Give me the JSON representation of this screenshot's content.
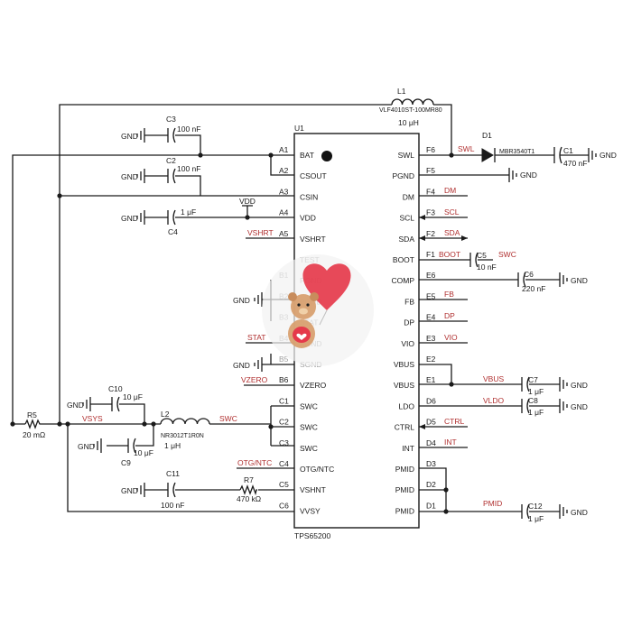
{
  "ic": {
    "ref": "U1",
    "part": "TPS65200",
    "left_pins": [
      {
        "num": "A1",
        "name": "BAT"
      },
      {
        "num": "A2",
        "name": "CSOUT"
      },
      {
        "num": "A3",
        "name": "CSIN"
      },
      {
        "num": "A4",
        "name": "VDD"
      },
      {
        "num": "A5",
        "name": "VSHRT"
      },
      {
        "num": "",
        "name": "TEST"
      },
      {
        "num": "B1",
        "name": "PGND"
      },
      {
        "num": "B2",
        "name": "PGND"
      },
      {
        "num": "B3",
        "name": "STAT"
      },
      {
        "num": "B4",
        "name": "AGND"
      },
      {
        "num": "B5",
        "name": "SGND"
      },
      {
        "num": "B6",
        "name": "VZERO"
      },
      {
        "num": "C1",
        "name": "SWC"
      },
      {
        "num": "C2",
        "name": "SWC"
      },
      {
        "num": "C3",
        "name": "SWC"
      },
      {
        "num": "C4",
        "name": "OTG/NTC"
      },
      {
        "num": "C5",
        "name": "VSHNT"
      },
      {
        "num": "C6",
        "name": "VVSY"
      }
    ],
    "right_pins": [
      {
        "num": "F6",
        "name": "SWL"
      },
      {
        "num": "F5",
        "name": "PGND"
      },
      {
        "num": "F4",
        "name": "DM"
      },
      {
        "num": "F3",
        "name": "SCL"
      },
      {
        "num": "F2",
        "name": "SDA"
      },
      {
        "num": "F1",
        "name": "BOOT"
      },
      {
        "num": "E6",
        "name": "COMP"
      },
      {
        "num": "E5",
        "name": "FB"
      },
      {
        "num": "E4",
        "name": "DP"
      },
      {
        "num": "E3",
        "name": "VIO"
      },
      {
        "num": "E2",
        "name": "VBUS"
      },
      {
        "num": "E1",
        "name": "VBUS"
      },
      {
        "num": "D6",
        "name": "LDO"
      },
      {
        "num": "D5",
        "name": "CTRL"
      },
      {
        "num": "D4",
        "name": "INT"
      },
      {
        "num": "D3",
        "name": "PMID"
      },
      {
        "num": "D2",
        "name": "PMID"
      },
      {
        "num": "D1",
        "name": "PMID"
      }
    ]
  },
  "components": {
    "L1": {
      "ref": "L1",
      "part": "VLF4010ST-100MR80",
      "value": "10 μH"
    },
    "D1": {
      "ref": "D1",
      "part": "MBR3540T1"
    },
    "C1": {
      "ref": "C1",
      "value": "470 nF"
    },
    "C2": {
      "ref": "C2",
      "value": "100 nF"
    },
    "C3": {
      "ref": "C3",
      "value": "100 nF"
    },
    "C4": {
      "ref": "C4",
      "value": "1 μF"
    },
    "C5": {
      "ref": "C5",
      "value": "10 nF"
    },
    "C6": {
      "ref": "C6",
      "value": "220 nF"
    },
    "C7": {
      "ref": "C7",
      "value": "1 μF"
    },
    "C8": {
      "ref": "C8",
      "value": "1 μF"
    },
    "C9": {
      "ref": "C9",
      "value": "10 μF"
    },
    "C10": {
      "ref": "C10",
      "value": "10 μF"
    },
    "C11": {
      "ref": "C11",
      "value": "100 nF"
    },
    "C12": {
      "ref": "C12",
      "value": "1 μF"
    },
    "L2": {
      "ref": "L2",
      "part": "NR3012T1R0N",
      "value": "1 μH"
    },
    "R5": {
      "ref": "R5",
      "value": "20 mΩ"
    },
    "R7": {
      "ref": "R7",
      "value": "470 kΩ"
    }
  },
  "nets": {
    "gnd": "GND",
    "vdd": "VDD",
    "swl": "SWL",
    "swc": "SWC",
    "vsys": "VSYS",
    "vshrt": "VSHRT",
    "stat": "STAT",
    "vzero": "VZERO",
    "otg": "OTG/NTC",
    "dm": "DM",
    "scl": "SCL",
    "sda": "SDA",
    "boot": "BOOT",
    "fb": "FB",
    "dp": "DP",
    "vio": "VIO",
    "vbus": "VBUS",
    "vldo": "VLDO",
    "ctrl": "CTRL",
    "int": "INT",
    "pmid": "PMID"
  },
  "colors": {
    "wire": "#1a1a1a",
    "net_label": "#b03030",
    "faded": "#a0a0a0"
  }
}
